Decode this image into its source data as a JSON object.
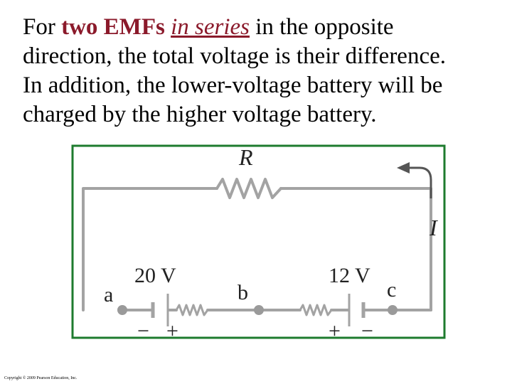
{
  "slide": {
    "line1_pre": "For ",
    "line1_emph": "two EMFs",
    "line1_space": " ",
    "line1_emph2": "in series",
    "line1_post": " in the opposite",
    "line2": "direction, the total voltage is their difference.",
    "line3": "In addition, the lower-voltage battery will be",
    "line4": "charged by the higher voltage battery."
  },
  "circuit": {
    "resistor_label": "R",
    "current_label": "I",
    "battery1_label": "20 V",
    "battery2_label": "12 V",
    "node_a": "a",
    "node_b": "b",
    "node_c": "c",
    "b1_left_sign": "−",
    "b1_right_sign": "+",
    "b2_left_sign": "+",
    "b2_right_sign": "−",
    "colors": {
      "frame": "#1e7b2e",
      "wire": "#a3a3a3",
      "node": "#9a9a9a",
      "arrow": "#555555"
    }
  },
  "footer": {
    "copyright": "Copyright © 2009 Pearson Education, Inc."
  }
}
